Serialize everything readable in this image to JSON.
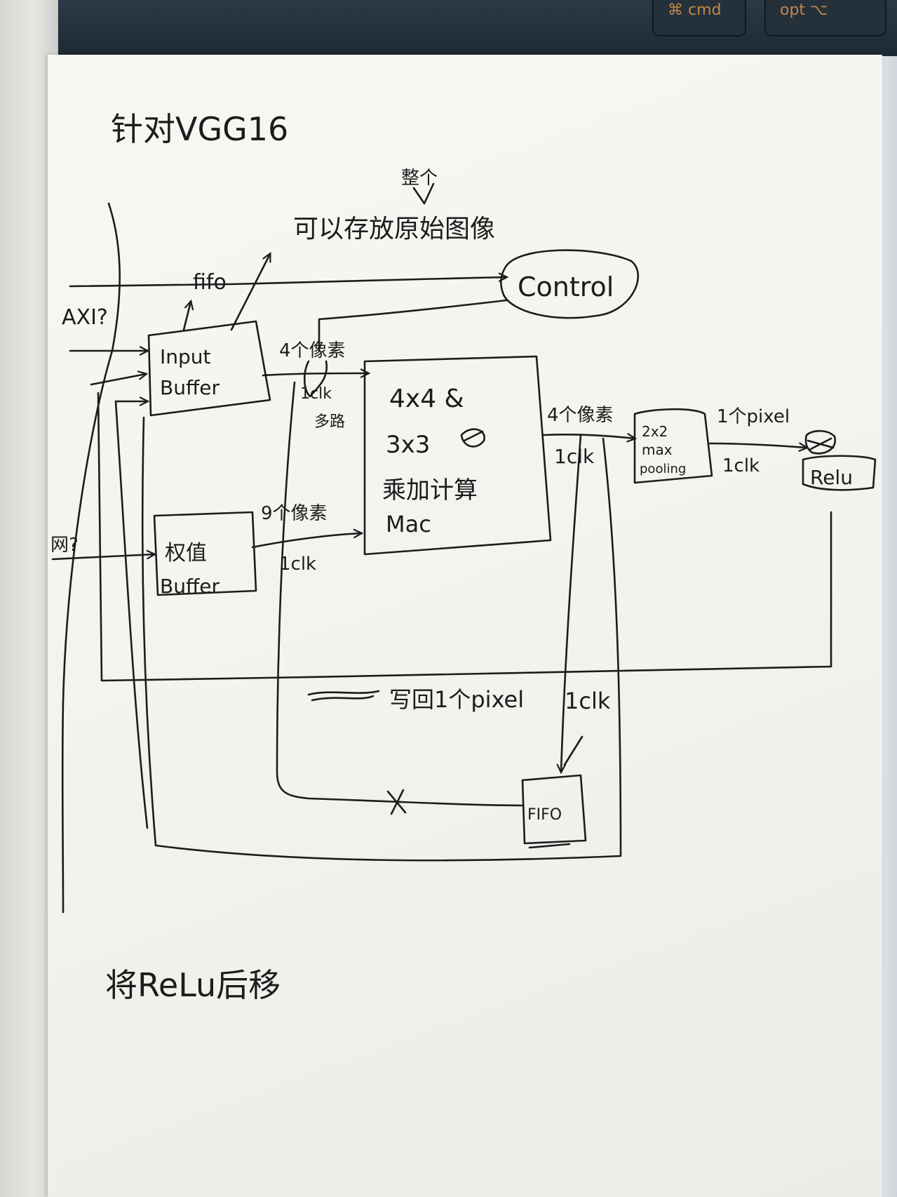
{
  "keyboard": {
    "keys": [
      {
        "label": "⌘ cmd"
      },
      {
        "label": "opt ⌥"
      }
    ]
  },
  "diagram": {
    "title": "针对VGG16",
    "note_top_small": "整个",
    "note_top": "可以存放原始图像",
    "fifo_top_label": "fifo",
    "axi_label": "AXI?",
    "second_input_label": "网?",
    "nodes": {
      "control": "Control",
      "input_buffer_line1": "Input",
      "input_buffer_line2": "Buffer",
      "weight_buffer_line1": "权值",
      "weight_buffer_line2": "Buffer",
      "mac_line1": "4x4 &",
      "mac_line2": "3x3",
      "mac_line3": "乘加计算",
      "mac_line4": "Mac",
      "maxpool_line1": "2x2",
      "maxpool_line2": "max",
      "maxpool_line3": "pooling",
      "relu": "Relu",
      "fifo_bottom": "FIFO"
    },
    "edge_labels": {
      "in_to_mac_pixels": "4个像素",
      "in_to_mac_clk": "1clk",
      "in_to_mac_note": "多路",
      "weight_to_mac_pixels": "9个像素",
      "weight_to_mac_clk": "1clk",
      "mac_to_pool_pixels": "4个像素",
      "mac_to_pool_clk": "1clk",
      "pool_to_relu_pixel": "1个pixel",
      "pool_to_relu_clk": "1clk",
      "writeback": "写回1个pixel",
      "to_fifo_clk": "1clk",
      "fifo_blocked_mark": "X"
    },
    "bottom_note": "将ReLu后移",
    "ink_color": "#1c1c1c",
    "paper_color": "#f4f4f0"
  }
}
